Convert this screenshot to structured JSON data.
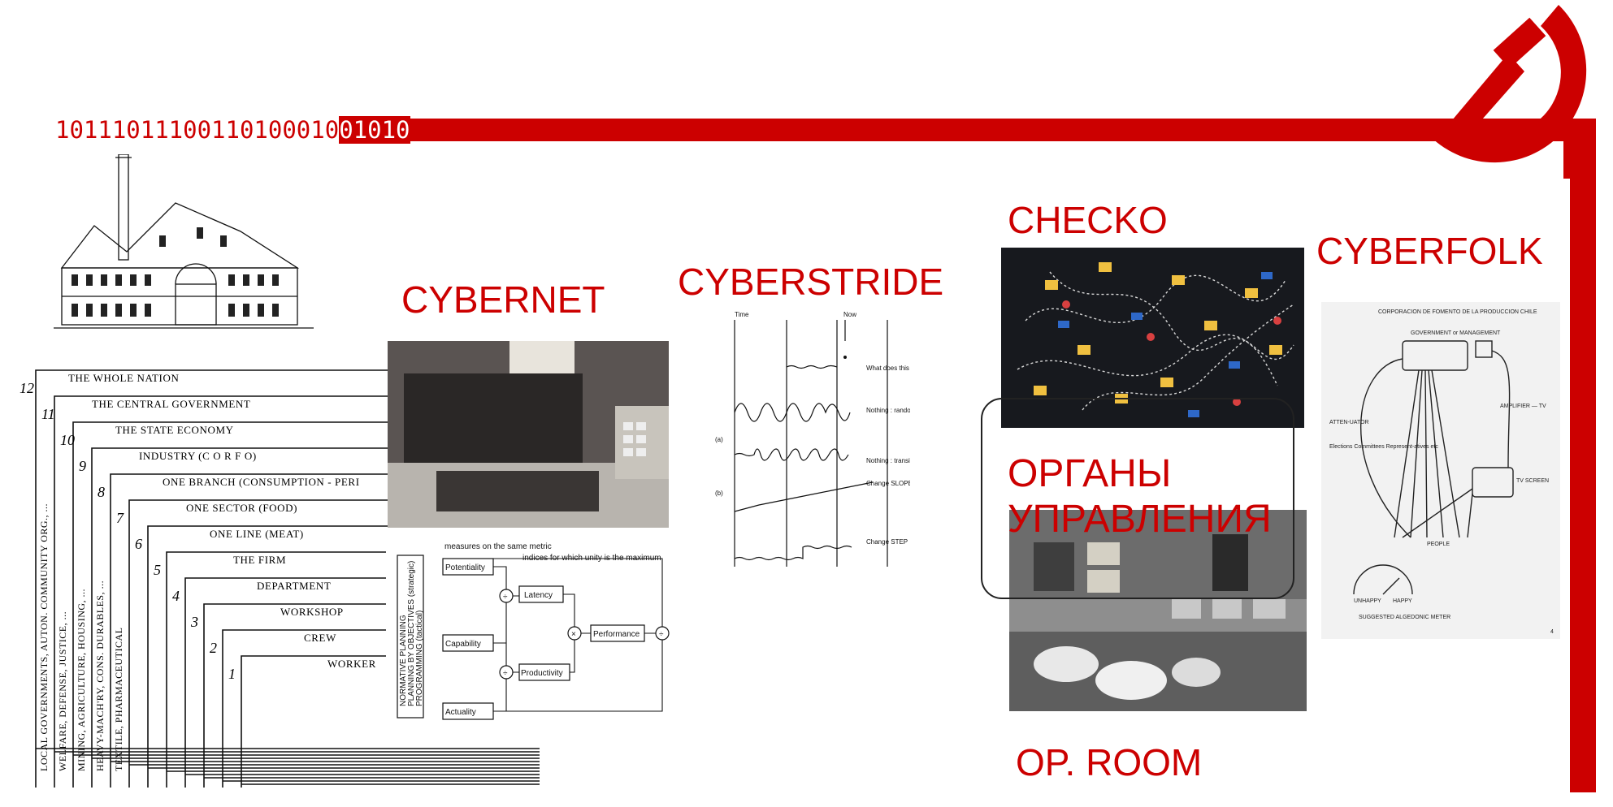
{
  "binary": {
    "red_part": "10111011100110100010",
    "white_part": "01010"
  },
  "labels": {
    "cybernet": "CYBERNET",
    "cyberstride": "CYBERSTRIDE",
    "checko": "CHECKO",
    "cyberfolk": "CYBERFOLK",
    "organy": "ОРГАНЫ УПРАВЛЕНИЯ",
    "oproom": "OP. ROOM"
  },
  "nested_levels": [
    {
      "num": "12",
      "label": "THE WHOLE NATION",
      "side": "LOCAL GOVERNMENTS, AUTON. COMMUNITY ORG., ..."
    },
    {
      "num": "11",
      "label": "THE CENTRAL GOVERNMENT",
      "side": "WELFARE, DEFENSE, JUSTICE, ..."
    },
    {
      "num": "10",
      "label": "THE STATE ECONOMY",
      "side": "MINING, AGRICULTURE, HOUSING, ..."
    },
    {
      "num": "9",
      "label": "INDUSTRY (C O R F O)",
      "side": "HEAVY-MACH'RY, CONS. DURABLES, ..."
    },
    {
      "num": "8",
      "label": "ONE BRANCH (CONSUMPTION - PERI",
      "side": "TEXTILE, PHARMACEUTICAL"
    },
    {
      "num": "7",
      "label": "ONE SECTOR (FOOD)",
      "side": ""
    },
    {
      "num": "6",
      "label": "ONE LINE (MEAT)",
      "side": ""
    },
    {
      "num": "5",
      "label": "THE FIRM",
      "side": ""
    },
    {
      "num": "4",
      "label": "DEPARTMENT",
      "side": ""
    },
    {
      "num": "3",
      "label": "WORKSHOP",
      "side": ""
    },
    {
      "num": "2",
      "label": "CREW",
      "side": ""
    },
    {
      "num": "1",
      "label": "WORKER",
      "side": ""
    }
  ],
  "pm_diagram": {
    "header_left": "measures on the same metric",
    "header_right": "indices for which unity is the maximum",
    "nodes": [
      "Potentiality",
      "Capability",
      "Actuality",
      "Latency",
      "Productivity",
      "Performance"
    ],
    "side_labels": [
      "NORMATIVE PLANNING",
      "PLANNING BY OBJECTIVES (strategic)",
      "PROGRAMMING (tactical)"
    ],
    "ops": [
      "÷",
      "÷",
      "×",
      "÷"
    ]
  },
  "stride": {
    "time": "Time",
    "now": "Now",
    "notes": [
      "What does this mean ?",
      "Nothing : random variation",
      "Nothing : transient",
      "Change SLOPE",
      "Change STEP"
    ],
    "marks": [
      "(a)",
      "(b)"
    ]
  },
  "cyberfolk_sketch": {
    "header": "CORPORACION DE FOMENTO DE LA PRODUCCION CHILE",
    "gov": "GOVERNMENT or MANAGEMENT",
    "attenuator": "ATTEN-UATOR",
    "elections": "Elections Committees Represent-atives etc",
    "amplifier": "AMPLIFIER — TV",
    "tv": "TV SCREEN",
    "people": "PEOPLE",
    "unhappy": "UNHAPPY",
    "happy": "HAPPY",
    "meter": "SUGGESTED ALGEDONIC METER",
    "page": "4"
  },
  "colors": {
    "red": "#cc0000",
    "white": "#ffffff",
    "dark": "#222222"
  },
  "icons": {
    "emblem": "hammer-sickle-icon"
  }
}
